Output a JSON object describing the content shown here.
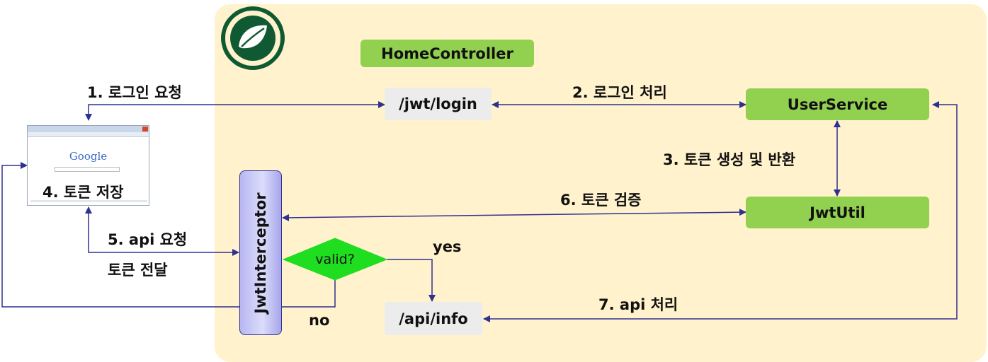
{
  "nodes": {
    "home_controller": "HomeController",
    "jwt_login": "/jwt/login",
    "user_service": "UserService",
    "jwt_util": "JwtUtil",
    "api_info": "/api/info",
    "jwt_interceptor": "JwtInterceptor",
    "valid_decision": "valid?"
  },
  "steps": {
    "login_request": "1. 로그인 요청",
    "login_process": "2. 로그인 처리",
    "token_create_return": "3. 토큰 생성 및 반환",
    "token_store": "4. 토큰 저장",
    "api_request": "5. api 요청",
    "token_deliver": "토큰 전달",
    "token_verify": "6. 토큰 검증",
    "api_process": "7. api 처리",
    "yes": "yes",
    "no": "no"
  },
  "browser": {
    "logo_text": "Google"
  },
  "colors": {
    "panel": "#fff2cc",
    "green_box": "#92d050",
    "gray_box": "#ececec",
    "decision": "#1fdd1f",
    "arrow": "#2e3192",
    "spring_logo": "#0f5a32"
  },
  "icons": {
    "spring_logo": "spring-leaf-logo",
    "browser": "browser-window-screenshot"
  }
}
